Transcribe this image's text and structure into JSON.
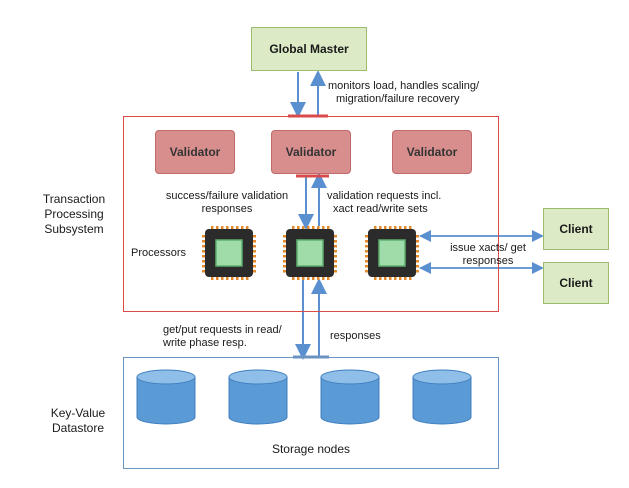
{
  "global_master": {
    "label": "Global Master"
  },
  "master_note": {
    "line1": "monitors load, handles scaling/",
    "line2": "migration/failure recovery"
  },
  "tps": {
    "line1": "Transaction",
    "line2": "Processing",
    "line3": "Subsystem"
  },
  "validators": [
    {
      "label": "Validator"
    },
    {
      "label": "Validator"
    },
    {
      "label": "Validator"
    }
  ],
  "validation_responses": {
    "line1": "success/failure validation",
    "line2": "responses"
  },
  "validation_requests": {
    "line1": "validation requests incl.",
    "line2": "xact read/write sets"
  },
  "processors_label": "Processors",
  "clients": [
    {
      "label": "Client"
    },
    {
      "label": "Client"
    }
  ],
  "client_note": {
    "line1": "issue xacts/ get",
    "line2": "responses"
  },
  "getput_note": {
    "line1": "get/put requests in read/",
    "line2": "write phase resp."
  },
  "responses_label": "responses",
  "kv": {
    "line1": "Key-Value",
    "line2": "Datastore"
  },
  "storage_label": "Storage nodes",
  "colors": {
    "master_fill": "#dcebc6",
    "validator_fill": "#d98e8e",
    "tps_border": "#d94a4a",
    "kv_border": "#6a93c2",
    "cylinder_fill": "#5b9bd5",
    "arrow": "#5a8fd0"
  }
}
